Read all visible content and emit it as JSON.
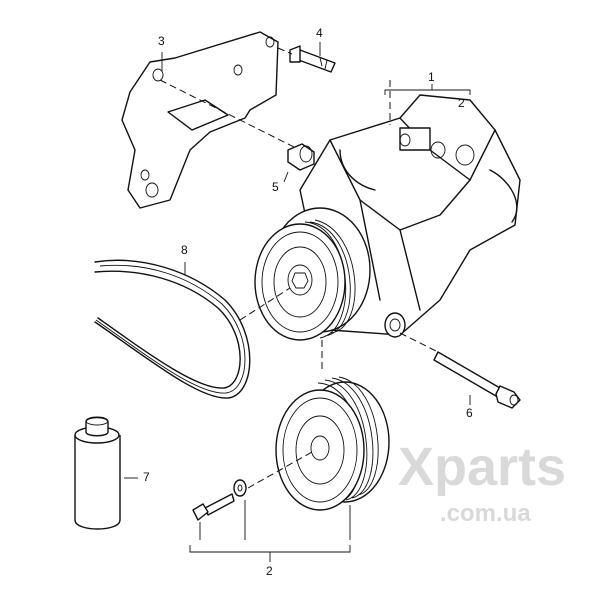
{
  "watermark": {
    "brand": "Xparts",
    "domain": ".com.ua"
  },
  "callouts": {
    "compressor_assembly": "1",
    "pulley_kit_top": "2",
    "bracket": "3",
    "bracket_bolt": "4",
    "bushing": "5",
    "compressor_bolt": "6",
    "refrigerant_oil": "7",
    "ribbed_belt": "8",
    "pulley_kit_bottom": "2"
  }
}
